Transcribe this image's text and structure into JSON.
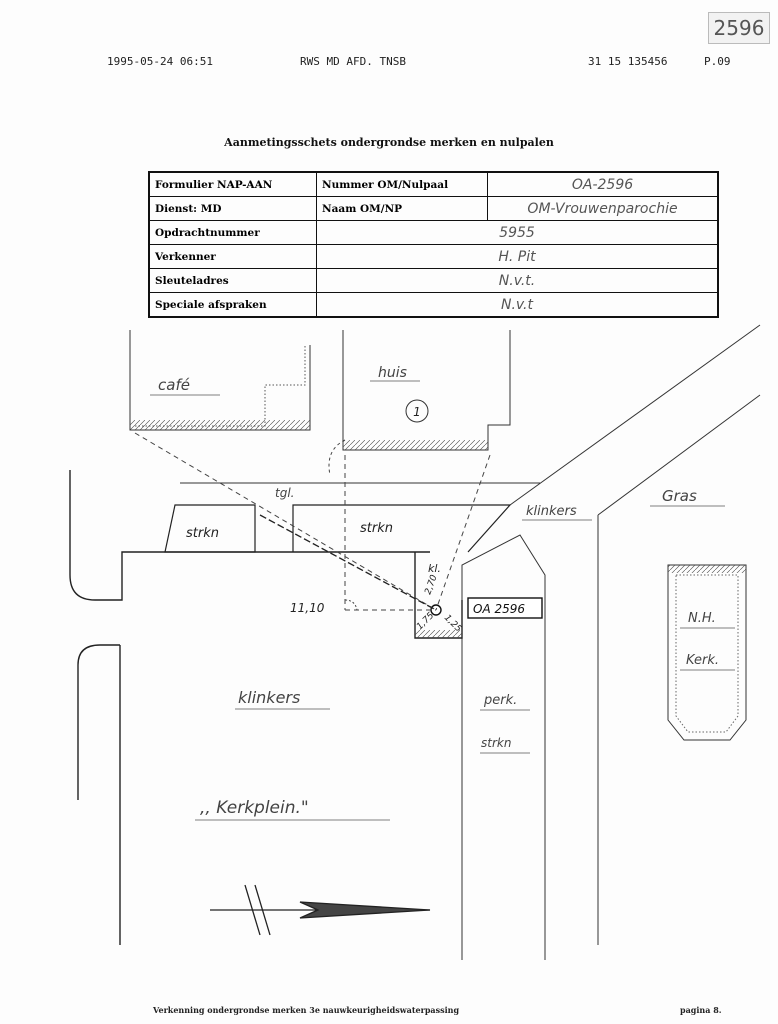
{
  "fax_header": {
    "datetime": "1995-05-24  06:51",
    "sender": "RWS MD AFD. TNSB",
    "phone": "31 15 135456",
    "page": "P.09"
  },
  "stamp_number": "2596",
  "title": "Aanmetingsschets ondergrondse merken en nulpalen",
  "form": {
    "formulier_label": "Formulier NAP-AAN",
    "nummer_label": "Nummer OM/Nulpaal",
    "nummer_value": "OA-2596",
    "dienst_label": "Dienst: MD",
    "naam_label": "Naam OM/NP",
    "naam_value": "OM-Vrouwenparochie",
    "opdracht_label": "Opdrachtnummer",
    "opdracht_value": "5955",
    "verkenner_label": "Verkenner",
    "verkenner_value": "H. Pit",
    "sleutel_label": "Sleuteladres",
    "sleutel_value": "N.v.t.",
    "speciale_label": "Speciale afspraken",
    "speciale_value": "N.v.t"
  },
  "sketch": {
    "cafe": "café",
    "huis": "huis",
    "huis_number": "1",
    "tgl": "tgl.",
    "strkn": "strkn",
    "klinkers_right": "klinkers",
    "gras": "Gras",
    "kl": "kl.",
    "measure_1": "11,10",
    "measure_2": "2,70",
    "measure_3": "1,75",
    "measure_4": "1,25",
    "marker_label": "OA 2596",
    "nh_1": "N.H.",
    "nh_2": "Kerk.",
    "klinkers_main": "klinkers",
    "perk": "perk.",
    "strkn_low": "strkn",
    "kerkplein": ",, Kerkplein.\""
  },
  "footer": {
    "left": "Verkenning ondergrondse merken 3e nauwkeurigheidswaterpassing",
    "right": "pagina 8."
  }
}
